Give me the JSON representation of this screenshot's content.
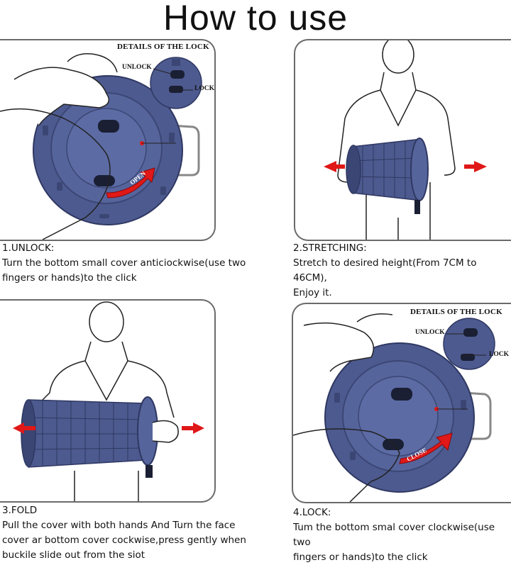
{
  "page": {
    "title": "How to use"
  },
  "steps": [
    {
      "heading": "1.UNLOCK:",
      "text": "Turn the bottom small cover anticiockwise(use two\nfingers or hands)to the click"
    },
    {
      "heading": "2.STRETCHING:",
      "text": "Stretch to desired height(From 7CM to 46CM),\nEnjoy it."
    },
    {
      "heading": "3.FOLD",
      "text": "Pull the cover with both hands And Turn the face\ncover ar bottom cover cockwise,press gently when\nbuckile slide out from the siot"
    },
    {
      "heading": "4.LOCK:",
      "text": "Tum the bottom smal cover clockwise(use two\nfingers or hands)to the click"
    }
  ],
  "lock_details": {
    "title": "DETAILS OF THE LOCK",
    "unlock_label": "UNLOCK",
    "lock_label": "LOCK"
  },
  "arrow_labels": {
    "open": "OPEN",
    "close": "CLOSE"
  },
  "colors": {
    "stool_blue": "#4d5a8f",
    "stool_dark": "#3b4674",
    "arrow_red": "#e01818",
    "frame": "#6a6a6a"
  }
}
